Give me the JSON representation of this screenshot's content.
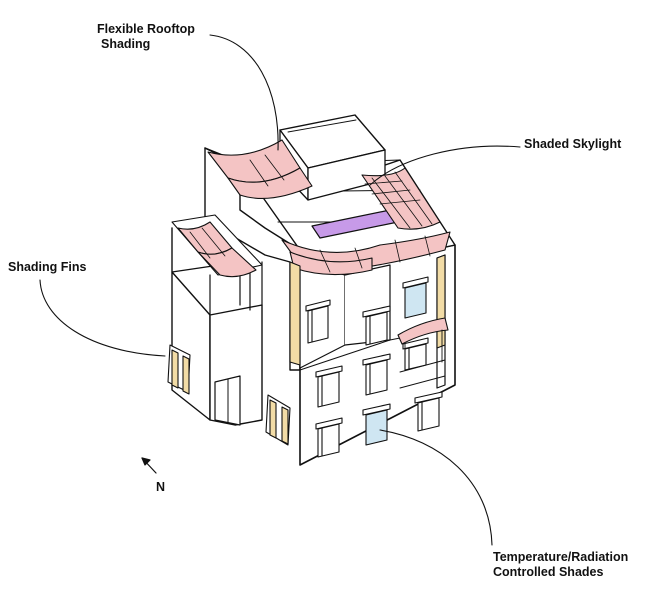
{
  "labels": {
    "flexible_rooftop_shading": [
      "Flexible Rooftop",
      "Shading"
    ],
    "shaded_skylight": "Shaded Skylight",
    "shading_fins": "Shading Fins",
    "temperature_radiation_shades": [
      "Temperature/Radiation",
      "Controlled Shades"
    ],
    "north": "N"
  },
  "colors": {
    "outline": "#111111",
    "shade_fabric": "#f4c4c4",
    "skylight": "#c79ae8",
    "fin_wood": "#f2dca6",
    "window_glass": "#cfe6f2",
    "wall": "#ffffff"
  }
}
